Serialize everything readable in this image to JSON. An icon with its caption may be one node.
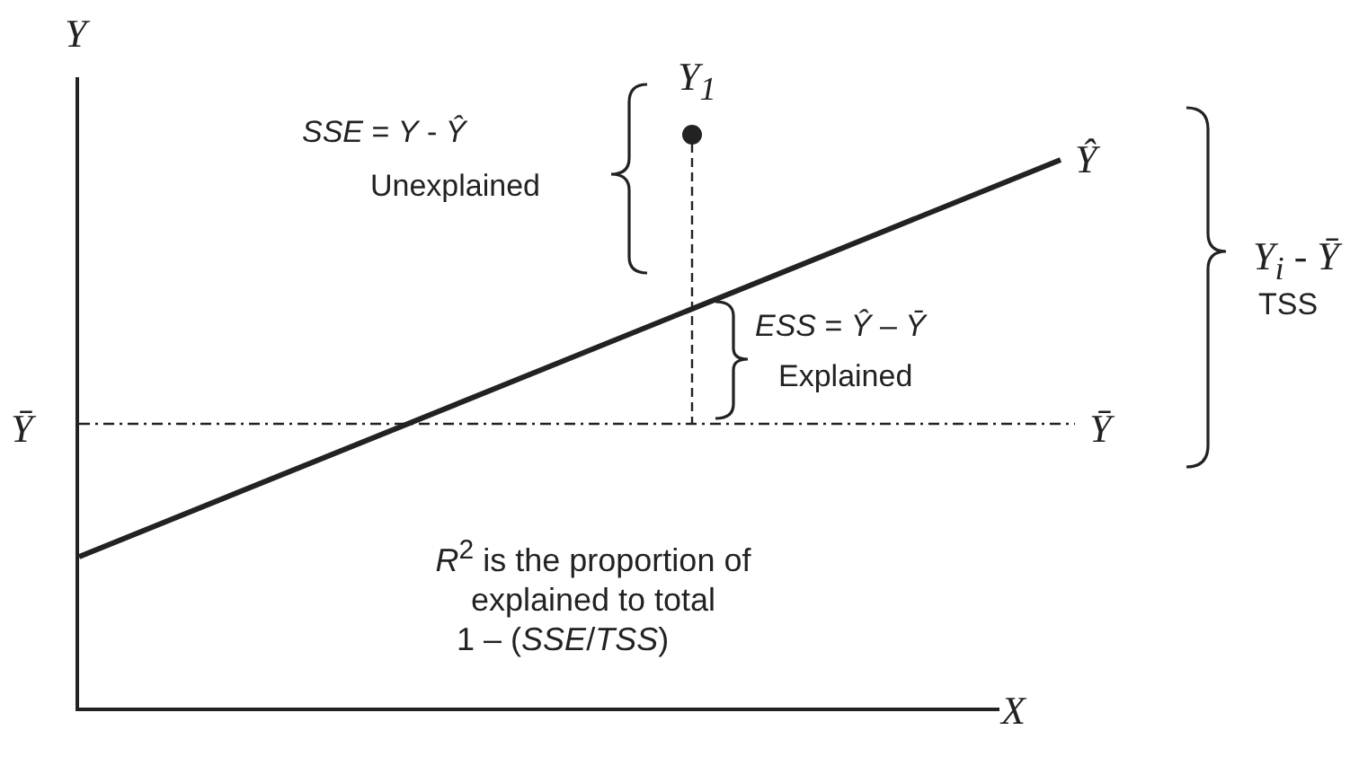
{
  "diagram": {
    "labels": [
      "Y",
      "Y$_{1}$",
      "*SSE* = *Y* - *Ŷ*",
      "Unexplained",
      "Ŷ",
      "*Y*$_{i}$ - *Ȳ*",
      "TSS",
      "*ESS* = *Ŷ* – *Ȳ*",
      "Explained",
      "Ȳ",
      "Ȳ",
      "*R*$^{2}$ is the proportion of explained to total",
      "1 – (*SSE*/*TSS*)",
      "X"
    ]
  }
}
